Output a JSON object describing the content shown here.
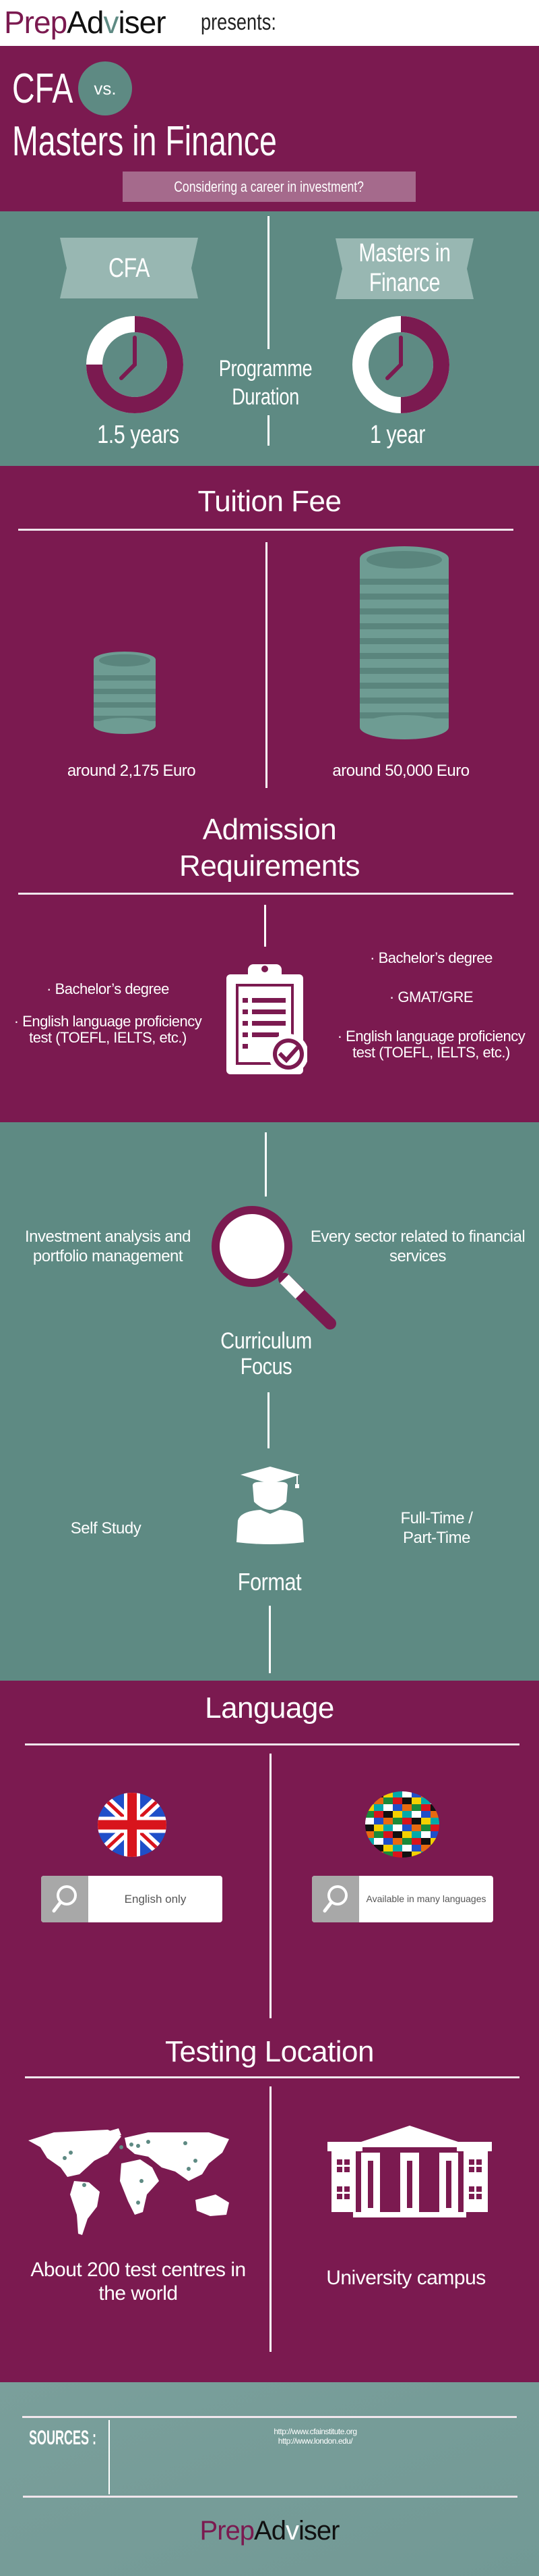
{
  "header": {
    "logo_prep": "Prep",
    "logo_ad": "Ad",
    "logo_v": "v",
    "logo_iser": "iser",
    "presents": "presents:"
  },
  "title": {
    "line1": "CFA",
    "vs": "vs.",
    "line2": "Masters in Finance",
    "subtitle": "Considering a career in investment?"
  },
  "duration": {
    "label": "Programme Duration",
    "left": {
      "name": "CFA",
      "value": "1.5 years",
      "clock_fill": 0.75
    },
    "right": {
      "name": "Masters in Finance",
      "value": "1 year",
      "clock_fill": 0.5
    }
  },
  "tuition": {
    "title": "Tuition Fee",
    "left": "around 2,175 Euro",
    "right": "around 50,000 Euro"
  },
  "admission": {
    "title_1": "Admission",
    "title_2": "Requirements",
    "left": [
      "· Bachelor’s degree",
      "· English language proficiency",
      "test (TOEFL, IELTS, etc.)"
    ],
    "right": [
      "· Bachelor’s degree",
      "· GMAT/GRE",
      "· English language proficiency",
      "test (TOEFL, IELTS, etc.)"
    ]
  },
  "curriculum": {
    "title_1": "Curriculum",
    "title_2": "Focus",
    "left": [
      "Investment analysis and",
      "portfolio management"
    ],
    "right": [
      "Every sector related to financial",
      "services"
    ]
  },
  "format": {
    "title": "Format",
    "left": "Self Study",
    "right": [
      "Full-Time /",
      "Part-Time"
    ]
  },
  "language": {
    "title": "Language",
    "left": "English only",
    "right": "Available in many languages"
  },
  "testing": {
    "title": "Testing Location",
    "left": [
      "About 200 test centres in",
      "the world"
    ],
    "right": "University campus"
  },
  "sources": {
    "label": "SOURCES :",
    "links": [
      "http://www.cfainstitute.org",
      "http://www.london.edu/"
    ]
  },
  "colors": {
    "purple": "#7b1a50",
    "teal": "#5e8a83",
    "footer": "#789e9a",
    "pill": "#a56a8c",
    "ribbon": "#98b7b2",
    "coin": "#6e9c93"
  }
}
